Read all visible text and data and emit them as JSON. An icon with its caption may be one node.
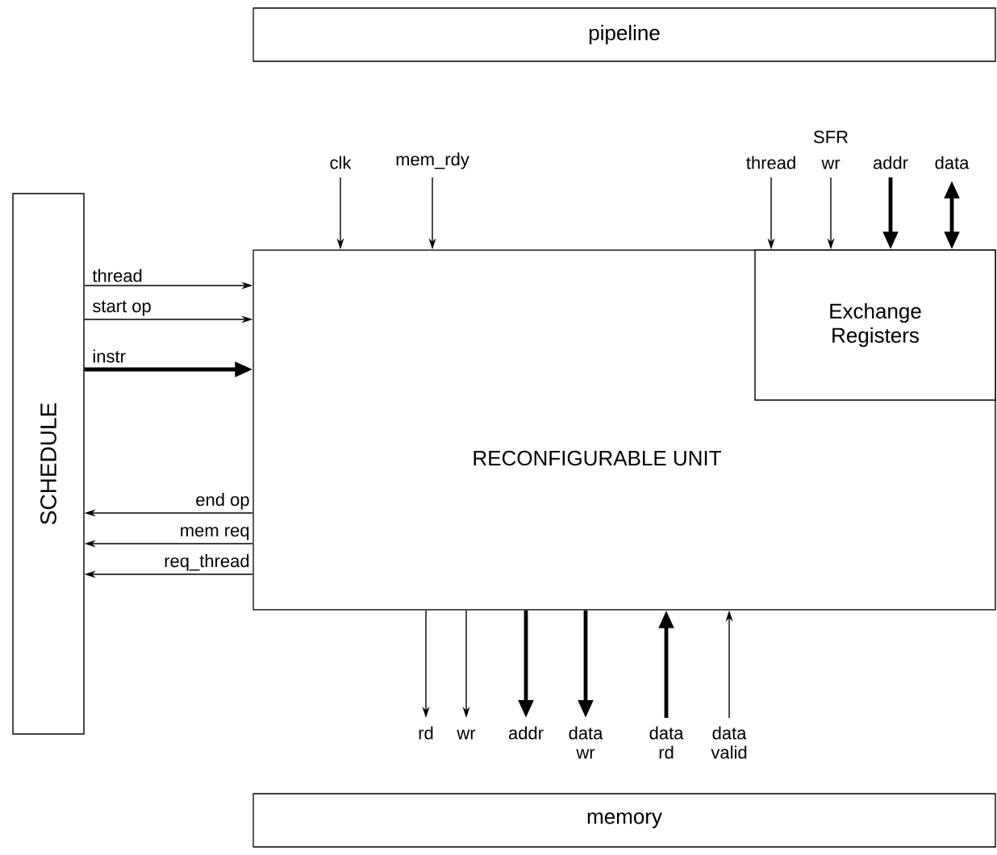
{
  "diagram": {
    "nodes": [
      {
        "text": [
          "pipeline"
        ]
      },
      {
        "text": [
          "SCHEDULE"
        ]
      },
      {
        "text": [
          "RECONFIGURABLE UNIT"
        ]
      },
      {
        "text": [
          "Exchange Registers"
        ],
        "in": 2
      },
      {
        "text": [
          "memory"
        ]
      }
    ],
    "edges": [
      {
        "from": 1,
        "to": 2,
        "arrow": "to",
        "label": "thread"
      },
      {
        "from": 1,
        "to": 2,
        "arrow": "to",
        "label": "start op"
      },
      {
        "from": 1,
        "to": 2,
        "arrow": "to",
        "label": "instr",
        "style": "thick"
      },
      {
        "from": 2,
        "to": 1,
        "arrow": "to",
        "label": "end op"
      },
      {
        "from": 2,
        "to": 1,
        "arrow": "to",
        "label": "mem req"
      },
      {
        "from": 2,
        "to": 1,
        "arrow": "to",
        "label": "req_thread"
      },
      {
        "from": null,
        "to": 2,
        "arrow": "to",
        "label": "clk"
      },
      {
        "from": null,
        "to": 2,
        "arrow": "to",
        "label": "mem_rdy"
      },
      {
        "from": null,
        "to": 3,
        "arrow": "to",
        "label": "thread"
      },
      {
        "from": null,
        "to": 3,
        "arrow": "to",
        "label": "wr"
      },
      {
        "from": null,
        "to": 3,
        "arrow": "to",
        "label": "addr",
        "style": "thick"
      },
      {
        "from": null,
        "to": 3,
        "arrow": "both",
        "label": "data",
        "style": "thick"
      },
      {
        "from": 2,
        "to": null,
        "arrow": "to",
        "label": "rd"
      },
      {
        "from": 2,
        "to": null,
        "arrow": "to",
        "label": "wr"
      },
      {
        "from": 2,
        "to": null,
        "arrow": "to",
        "label": "addr",
        "style": "thick"
      },
      {
        "from": 2,
        "to": null,
        "arrow": "to",
        "label": "data wr",
        "style": "thick"
      },
      {
        "from": null,
        "to": 2,
        "arrow": "to",
        "label": "data rd",
        "style": "thick"
      },
      {
        "from": null,
        "to": 2,
        "arrow": "to",
        "label": "data valid"
      }
    ],
    "labels": [
      "SFR"
    ]
  }
}
